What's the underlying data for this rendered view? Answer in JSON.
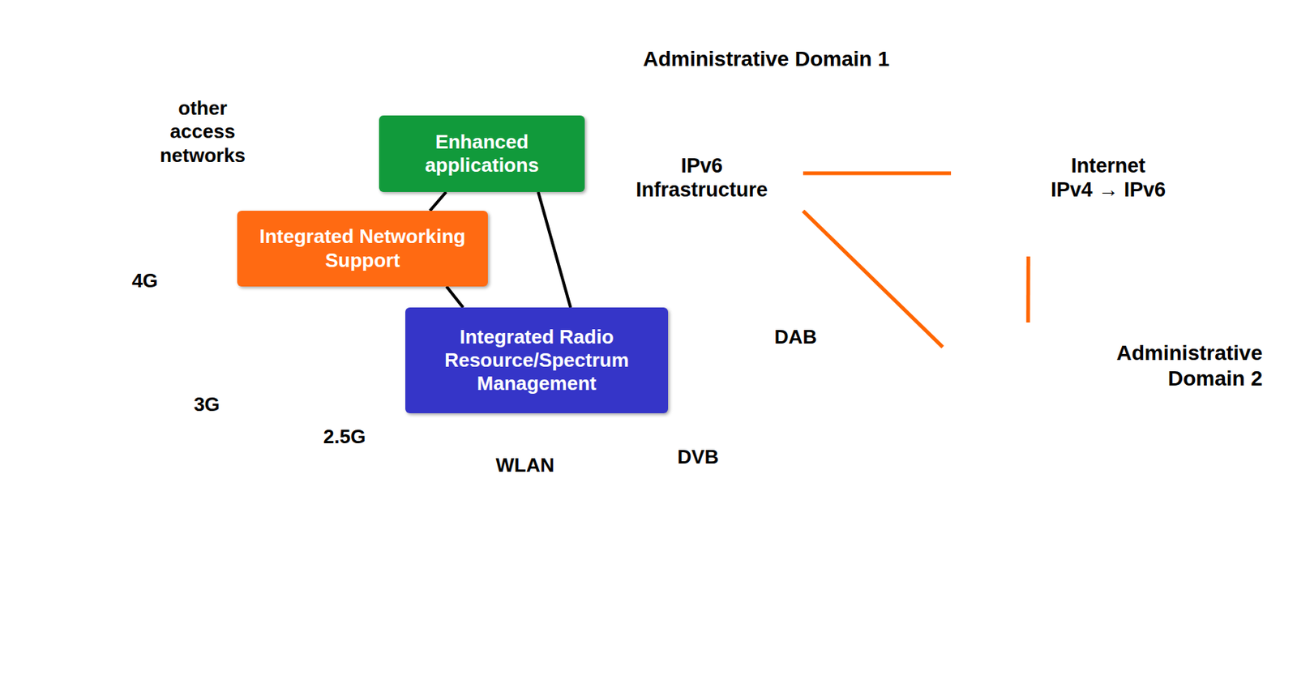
{
  "diagram": {
    "nodes": [
      {
        "text": [
          "Administrative Domain 1"
        ]
      },
      {
        "text": [
          "other access networks"
        ],
        "in": 0
      },
      {
        "text": [
          "IPv6 Infrastructure"
        ],
        "in": 0
      },
      {
        "text": [
          "Enhanced applications"
        ],
        "in": 2
      },
      {
        "text": [
          "Integrated Networking Support"
        ],
        "in": 2
      },
      {
        "text": [
          "Integrated Radio Resource/Spectrum Management"
        ],
        "in": 2
      },
      {
        "text": [
          "4G"
        ],
        "in": 0
      },
      {
        "text": [
          "DAB"
        ],
        "in": 0
      },
      {
        "text": [
          "3G"
        ],
        "in": 0
      },
      {
        "text": [
          "2.5G"
        ],
        "in": 0
      },
      {
        "text": [
          "WLAN"
        ],
        "in": 0
      },
      {
        "text": [
          "DVB"
        ],
        "in": 0
      },
      {
        "text": [
          "Internet",
          "IPv4 → IPv6"
        ]
      },
      {
        "text": [
          "Administrative Domain 2"
        ]
      }
    ],
    "edges": [
      {
        "from": 3,
        "to": 4,
        "arrow": "none"
      },
      {
        "from": 3,
        "to": 5,
        "arrow": "none"
      },
      {
        "from": 4,
        "to": 5,
        "arrow": "none"
      },
      {
        "from": 2,
        "to": 12,
        "arrow": "none"
      },
      {
        "from": 2,
        "to": 13,
        "arrow": "none"
      },
      {
        "from": 12,
        "to": 13,
        "arrow": "none"
      }
    ]
  }
}
